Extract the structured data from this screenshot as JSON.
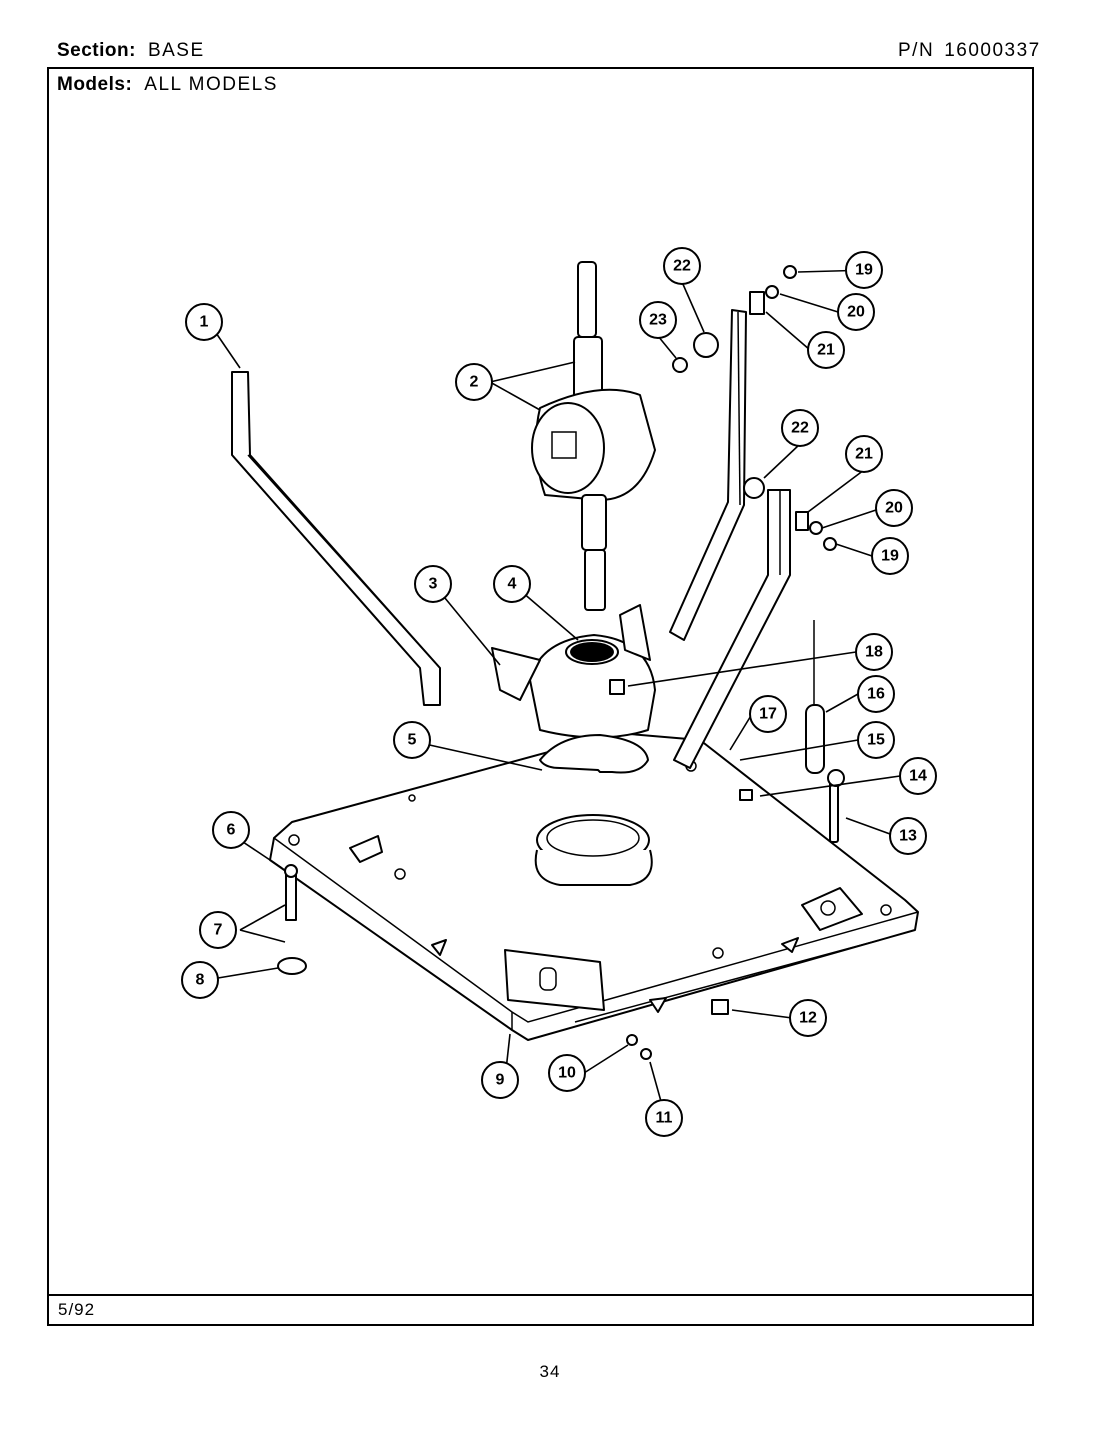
{
  "header": {
    "section_label": "Section:",
    "section_value": "BASE",
    "models_label": "Models:",
    "models_value": "ALL MODELS",
    "pn_label": "P/N",
    "pn_value": "16000337"
  },
  "footer": {
    "date": "5/92",
    "page_number": "34"
  },
  "callouts": [
    "1",
    "2",
    "3",
    "4",
    "5",
    "6",
    "7",
    "8",
    "9",
    "10",
    "11",
    "12",
    "13",
    "14",
    "15",
    "16",
    "17",
    "18",
    "19",
    "20",
    "21",
    "22",
    "23",
    "19",
    "20",
    "21",
    "22"
  ]
}
